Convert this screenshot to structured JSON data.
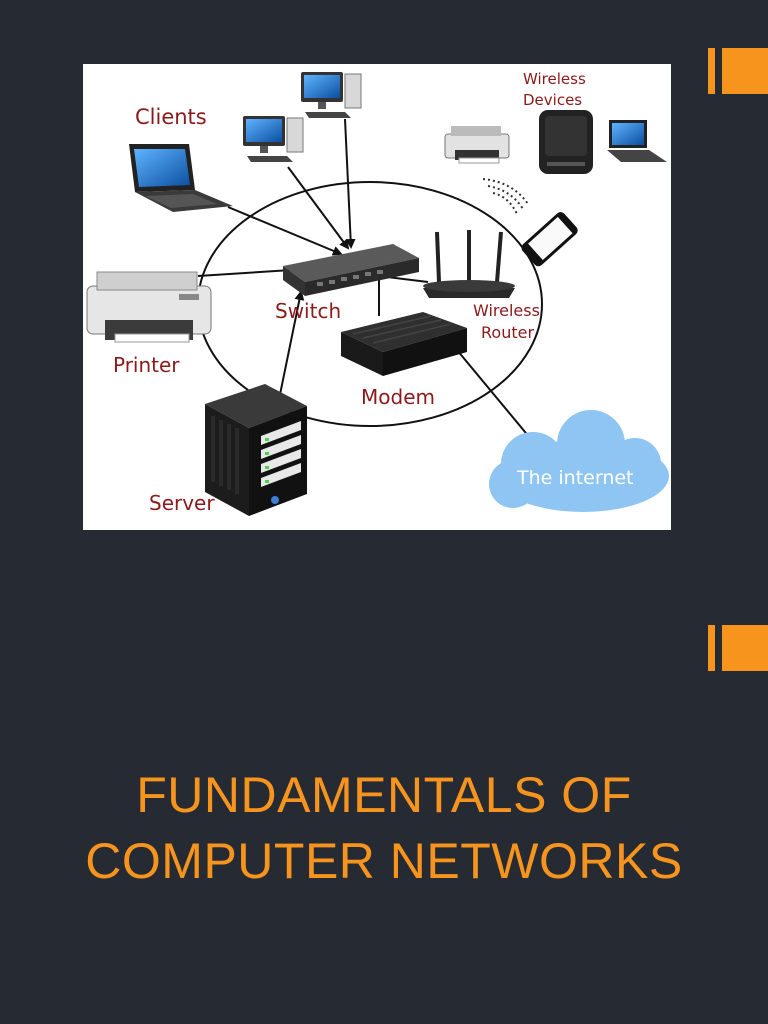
{
  "slide": {
    "title_line1": "FUNDAMENTALS OF",
    "title_line2": "COMPUTER NETWORKS",
    "accent_color": "#f7941d",
    "background_color": "#262b33"
  },
  "diagram": {
    "labels": {
      "clients": "Clients",
      "wireless_line1": "Wireless",
      "wireless_line2": "Devices",
      "printer": "Printer",
      "switch": "Switch",
      "router_line1": "Wireless",
      "router_line2": "Router",
      "modem": "Modem",
      "server": "Server",
      "internet": "The internet"
    },
    "icons": [
      "laptop-icon",
      "desktop-computer-icon",
      "printer-icon",
      "switch-icon",
      "wireless-router-icon",
      "modem-icon",
      "server-icon",
      "cloud-icon",
      "speaker-icon",
      "smartphone-icon"
    ],
    "label_color": "#8b1a1a",
    "cloud_color": "#8ec5f2"
  }
}
